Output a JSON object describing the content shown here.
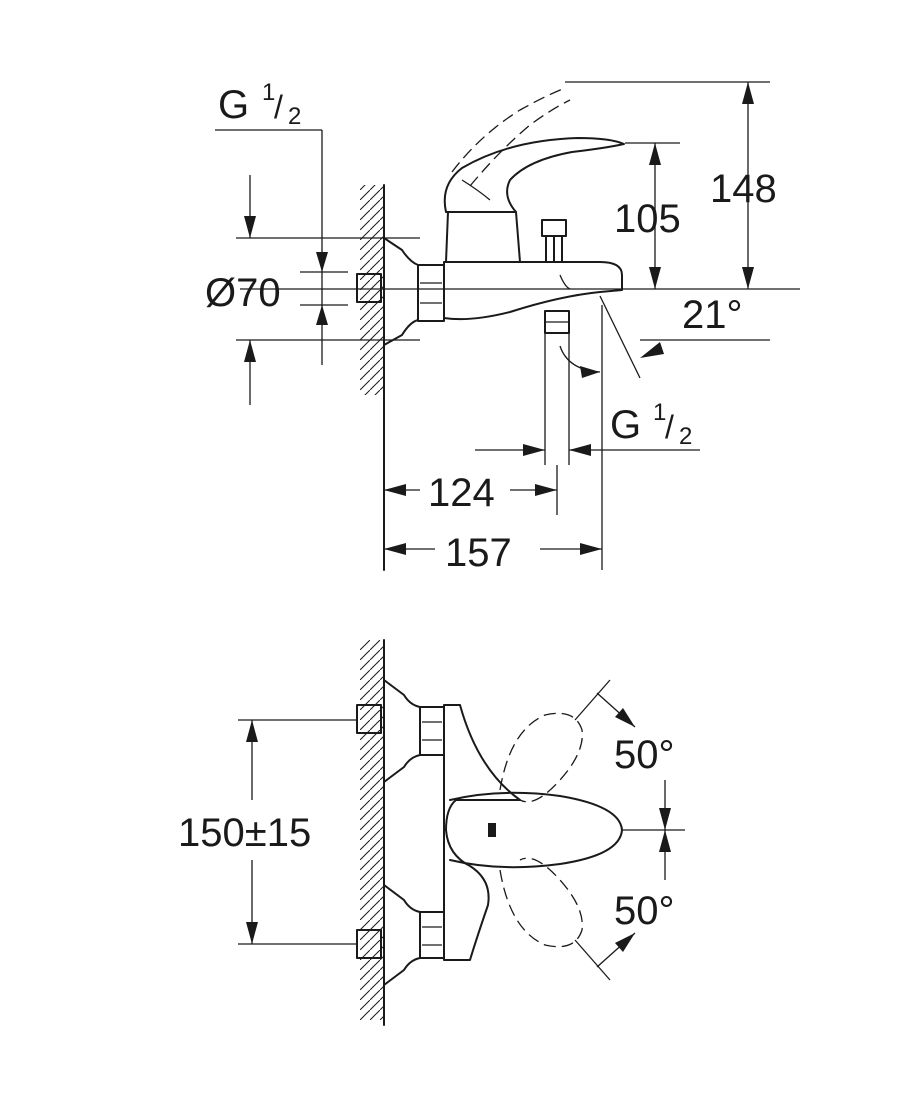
{
  "side_view": {
    "inlet_thread": {
      "letter": "G",
      "numerator": "1",
      "slash": "/",
      "denominator": "2"
    },
    "outlet_thread": {
      "letter": "G",
      "numerator": "1",
      "slash": "/",
      "denominator": "2"
    },
    "diameter_label": "Ø70",
    "height_total": "148",
    "height_handle": "105",
    "spout_angle": "21°",
    "projection_outlet": "124",
    "projection_total": "157"
  },
  "top_view": {
    "centres_label": "150±15",
    "swing_up": "50°",
    "swing_down": "50°"
  }
}
